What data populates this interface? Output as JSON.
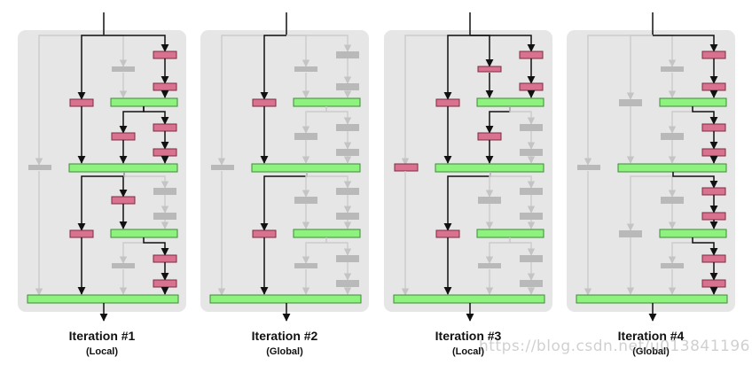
{
  "panels": [
    {
      "title": "Iteration #1",
      "subtitle": "(Local)"
    },
    {
      "title": "Iteration #2",
      "subtitle": "(Global)"
    },
    {
      "title": "Iteration #3",
      "subtitle": "(Local)"
    },
    {
      "title": "Iteration #4",
      "subtitle": "(Global)"
    }
  ],
  "watermark": "https://blog.csdn.net/u013841196",
  "colors": {
    "panel_bg": "#e6e6e6",
    "green": "#8ef27e",
    "green_border": "#3f8a35",
    "pink": "#d9728f",
    "pink_border": "#7d2b43",
    "inactive": "#b9b9b9",
    "inactive_line": "#cbcbcb",
    "active_line": "#111111"
  }
}
